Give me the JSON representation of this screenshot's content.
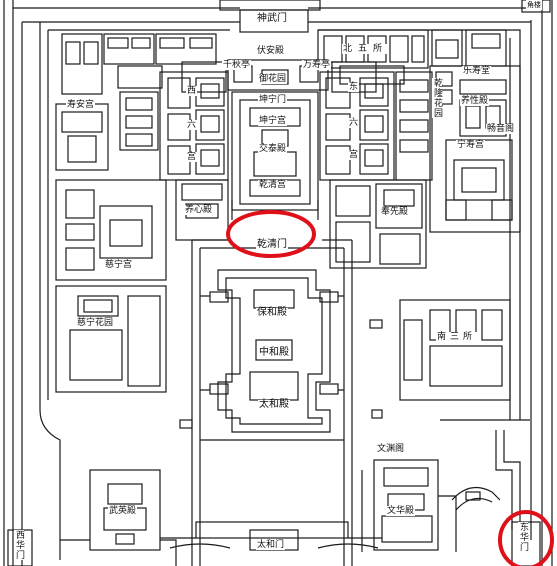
{
  "labels": {
    "shenwumen": "神武门",
    "fuandian": "伏安殿",
    "qianqiuting": "千秋亭",
    "wanshouting": "万寿亭",
    "yuhuayuan": "御花园",
    "kunningmen": "坤宁门",
    "kunninggong": "坤宁宫",
    "jiaotaidian": "交泰殿",
    "qianqinggong": "乾清宫",
    "qianqingmen": "乾清门",
    "yangxindian": "养心殿",
    "fengxiandian": "奉先殿",
    "baohedian": "保和殿",
    "zhonghedian": "中和殿",
    "taihedian": "太和殿",
    "taihemen": "太和门",
    "shouangong": "寿安宫",
    "cininggong": "慈宁宫",
    "cininghuayuan": "慈宁花园",
    "wuyingdian": "武英殿",
    "wenyuange": "文渊阁",
    "wenhuadian": "文华殿",
    "xihuamen": "西华门",
    "donghuamen": "东华门",
    "nansansuo": "南三所",
    "beiwusuo": "北五所",
    "leshoutang": "乐寿堂",
    "yixingdian": "养性殿",
    "qianlonghuayuan": "乾隆花园",
    "changyinge": "畅音阁",
    "ningshougong": "宁寿宫",
    "xi": "西",
    "liu_w": "六",
    "gong_w": "宫",
    "dong": "东",
    "liu_e": "六",
    "gong_e": "宫",
    "jiaolou": "角楼"
  },
  "highlights": {
    "color": "#e0101a",
    "targets": [
      "乾清门",
      "东华门"
    ]
  },
  "colors": {
    "line": "#1a1a1a",
    "paper": "#ffffff"
  }
}
